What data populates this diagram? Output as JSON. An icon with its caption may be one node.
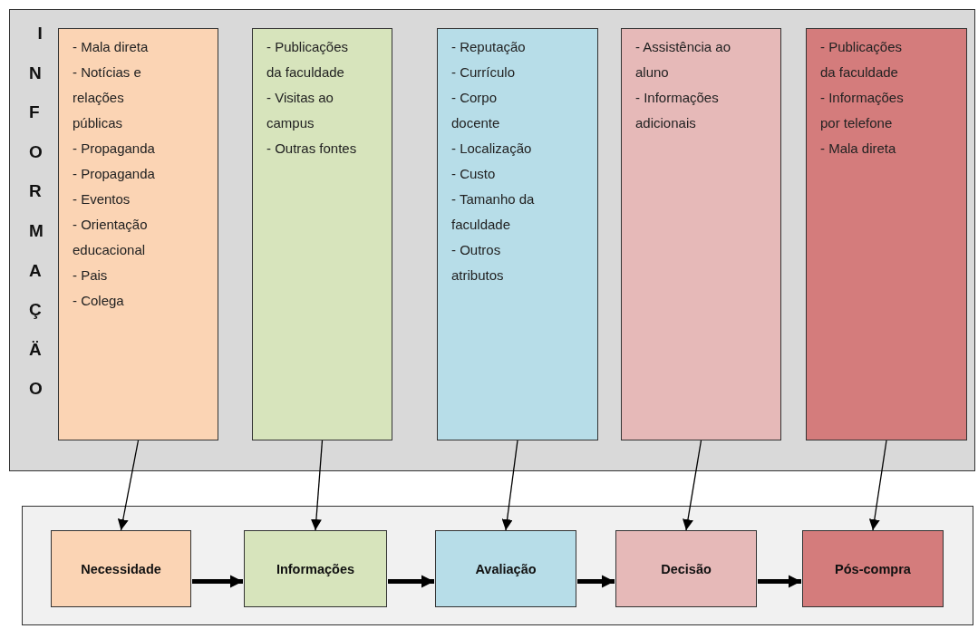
{
  "diagram": {
    "nodes": [
      {
        "text": [
          "INFORMAÇÄO"
        ]
      },
      {
        "text": [
          "- Mala direta",
          "- Notícias e relações públicas",
          "- Propaganda",
          "- Propaganda",
          "- Eventos",
          "- Orientação educacional",
          "- Pais",
          "- Colega"
        ],
        "in": 0
      },
      {
        "text": [
          "- Publicações da faculdade",
          "- Visitas ao campus",
          "- Outras fontes"
        ],
        "in": 0
      },
      {
        "text": [
          "- Reputação",
          "- Currículo",
          "- Corpo docente",
          "- Localização",
          "- Custo",
          "- Tamanho da faculdade",
          "- Outros atributos"
        ],
        "in": 0
      },
      {
        "text": [
          "- Assistência ao aluno",
          "- Informações adicionais"
        ],
        "in": 0
      },
      {
        "text": [
          "- Publicações da faculdade",
          "- Informações por telefone",
          "- Mala direta"
        ],
        "in": 0
      },
      {
        "text": [],
        "shape": "box"
      },
      {
        "text": [
          "Necessidade"
        ],
        "in": 6
      },
      {
        "text": [
          "Informações"
        ],
        "in": 6
      },
      {
        "text": [
          "Avaliação"
        ],
        "in": 6
      },
      {
        "text": [
          "Decisão"
        ],
        "in": 6
      },
      {
        "text": [
          "Pós-compra"
        ],
        "in": 6
      }
    ],
    "edges": [
      {
        "from": 1,
        "to": 7,
        "arrow": "to"
      },
      {
        "from": 2,
        "to": 8,
        "arrow": "to"
      },
      {
        "from": 3,
        "to": 9,
        "arrow": "to"
      },
      {
        "from": 4,
        "to": 10,
        "arrow": "to"
      },
      {
        "from": 5,
        "to": 11,
        "arrow": "to"
      },
      {
        "from": 7,
        "to": 8,
        "arrow": "to",
        "style": "thick"
      },
      {
        "from": 8,
        "to": 9,
        "arrow": "to",
        "style": "thick"
      },
      {
        "from": 9,
        "to": 10,
        "arrow": "to",
        "style": "thick"
      },
      {
        "from": 10,
        "to": 11,
        "arrow": "to",
        "style": "thick"
      }
    ]
  }
}
